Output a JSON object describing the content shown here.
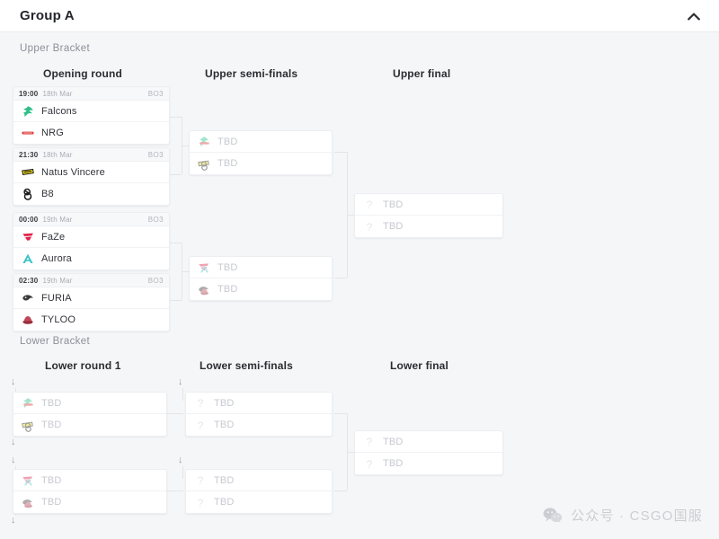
{
  "header": {
    "title": "Group A",
    "collapse_icon": "chevron-up-icon"
  },
  "brackets": {
    "upper_label": "Upper Bracket",
    "lower_label": "Lower Bracket"
  },
  "rounds": {
    "upper": [
      "Opening round",
      "Upper semi-finals",
      "Upper final"
    ],
    "lower": [
      "Lower round 1",
      "Lower semi-finals",
      "Lower final"
    ]
  },
  "placeholder": {
    "team": "TBD",
    "icon": "question-mark-icon"
  },
  "upper_opening": [
    {
      "time": "19:00",
      "date": "18th Mar",
      "format": "BO3",
      "teams": [
        {
          "name": "Falcons",
          "logo": "falcons-logo",
          "color": "#2fc08a"
        },
        {
          "name": "NRG",
          "logo": "nrg-logo",
          "color": "#e03131"
        }
      ]
    },
    {
      "time": "21:30",
      "date": "18th Mar",
      "format": "BO3",
      "teams": [
        {
          "name": "Natus Vincere",
          "logo": "navi-logo",
          "color": "#e8d317"
        },
        {
          "name": "B8",
          "logo": "b8-logo",
          "color": "#1a1a1a"
        }
      ]
    },
    {
      "time": "00:00",
      "date": "19th Mar",
      "format": "BO3",
      "teams": [
        {
          "name": "FaZe",
          "logo": "faze-logo",
          "color": "#e0224a"
        },
        {
          "name": "Aurora",
          "logo": "aurora-logo",
          "color": "#3bc4c4"
        }
      ]
    },
    {
      "time": "02:30",
      "date": "19th Mar",
      "format": "BO3",
      "teams": [
        {
          "name": "FURIA",
          "logo": "furia-logo",
          "color": "#3a3a3a"
        },
        {
          "name": "TYLOO",
          "logo": "tyloo-logo",
          "color": "#9b2c3a"
        }
      ]
    }
  ],
  "upper_semifinals": [
    {
      "teams": [
        {
          "name": "TBD",
          "logo_a": "falcons-logo",
          "color_a": "#2fc08a",
          "logo_b": "nrg-logo",
          "color_b": "#e03131"
        },
        {
          "name": "TBD",
          "logo_a": "navi-logo",
          "color_a": "#e8d317",
          "logo_b": "b8-logo",
          "color_b": "#1a1a1a"
        }
      ]
    },
    {
      "teams": [
        {
          "name": "TBD",
          "logo_a": "faze-logo",
          "color_a": "#e0224a",
          "logo_b": "aurora-logo",
          "color_b": "#3bc4c4"
        },
        {
          "name": "TBD",
          "logo_a": "furia-logo",
          "color_a": "#3a3a3a",
          "logo_b": "tyloo-logo",
          "color_b": "#9b2c3a"
        }
      ]
    }
  ],
  "upper_final": {
    "teams": [
      {
        "name": "TBD",
        "icon": "question-mark-icon"
      },
      {
        "name": "TBD",
        "icon": "question-mark-icon"
      }
    ]
  },
  "lower_round1": [
    {
      "teams": [
        {
          "name": "TBD",
          "logo_a": "falcons-logo",
          "color_a": "#2fc08a",
          "logo_b": "nrg-logo",
          "color_b": "#e03131"
        },
        {
          "name": "TBD",
          "logo_a": "navi-logo",
          "color_a": "#e8d317",
          "logo_b": "b8-logo",
          "color_b": "#1a1a1a"
        }
      ]
    },
    {
      "teams": [
        {
          "name": "TBD",
          "logo_a": "faze-logo",
          "color_a": "#e0224a",
          "logo_b": "aurora-logo",
          "color_b": "#3bc4c4"
        },
        {
          "name": "TBD",
          "logo_a": "furia-logo",
          "color_a": "#3a3a3a",
          "logo_b": "tyloo-logo",
          "color_b": "#9b2c3a"
        }
      ]
    }
  ],
  "lower_semifinals": [
    {
      "teams": [
        {
          "name": "TBD"
        },
        {
          "name": "TBD"
        }
      ]
    },
    {
      "teams": [
        {
          "name": "TBD"
        },
        {
          "name": "TBD"
        }
      ]
    }
  ],
  "lower_final": {
    "teams": [
      {
        "name": "TBD"
      },
      {
        "name": "TBD"
      }
    ]
  },
  "drop_arrow": "↓",
  "watermark": {
    "icon": "wechat-icon",
    "text": "公众号 · CSGO国服"
  },
  "colors": {
    "page_bg": "#f5f6f8",
    "card_bg": "#ffffff",
    "card_border": "#eceef1",
    "text": "#32333a",
    "muted": "#9b9da6",
    "tbd": "#c7c9d0",
    "connector": "#e4e5ea"
  }
}
